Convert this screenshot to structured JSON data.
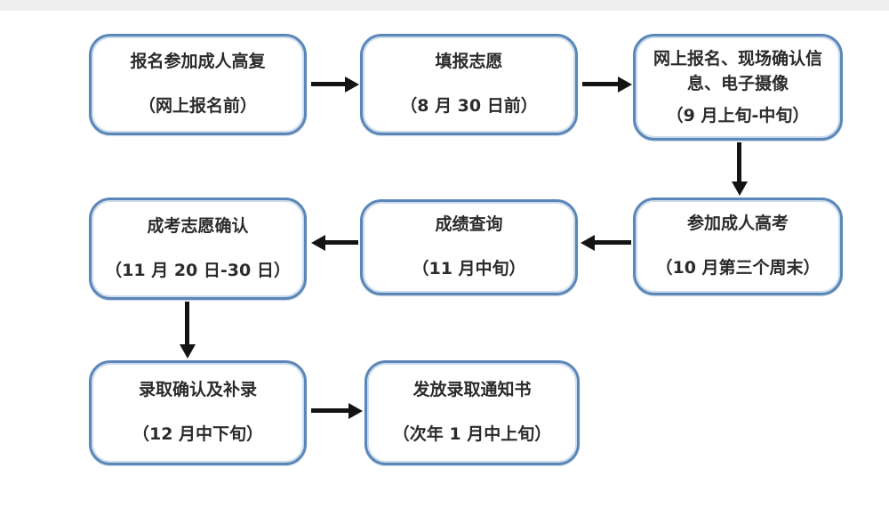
{
  "page": {
    "background_color": "#ffffff",
    "top_band_color": "#eeeeee"
  },
  "flowchart": {
    "box_border_color": "#5b87b8",
    "arrow_color": "#141414",
    "text_color": "#2b2b2b",
    "boxes": [
      {
        "id": "step-1",
        "title": "报名参加成人高复",
        "subtitle": "（网上报名前）"
      },
      {
        "id": "step-2",
        "title": "填报志愿",
        "subtitle": "（8 月 30 日前）"
      },
      {
        "id": "step-3",
        "title": "网上报名、现场确认信息、电子摄像",
        "subtitle": "（9 月上旬-中旬）"
      },
      {
        "id": "step-4",
        "title": "参加成人高考",
        "subtitle": "（10 月第三个周末）"
      },
      {
        "id": "step-5",
        "title": "成绩查询",
        "subtitle": "（11 月中旬）"
      },
      {
        "id": "step-6",
        "title": "成考志愿确认",
        "subtitle": "（11 月 20 日-30 日）"
      },
      {
        "id": "step-7",
        "title": "录取确认及补录",
        "subtitle": "（12 月中下旬）"
      },
      {
        "id": "step-8",
        "title": "发放录取通知书",
        "subtitle": "（次年 1 月中上旬）"
      }
    ],
    "connections": [
      "step-1 → step-2",
      "step-2 → step-3",
      "step-3 → step-4",
      "step-4 → step-5",
      "step-5 → step-6",
      "step-6 → step-7",
      "step-7 → step-8"
    ]
  }
}
